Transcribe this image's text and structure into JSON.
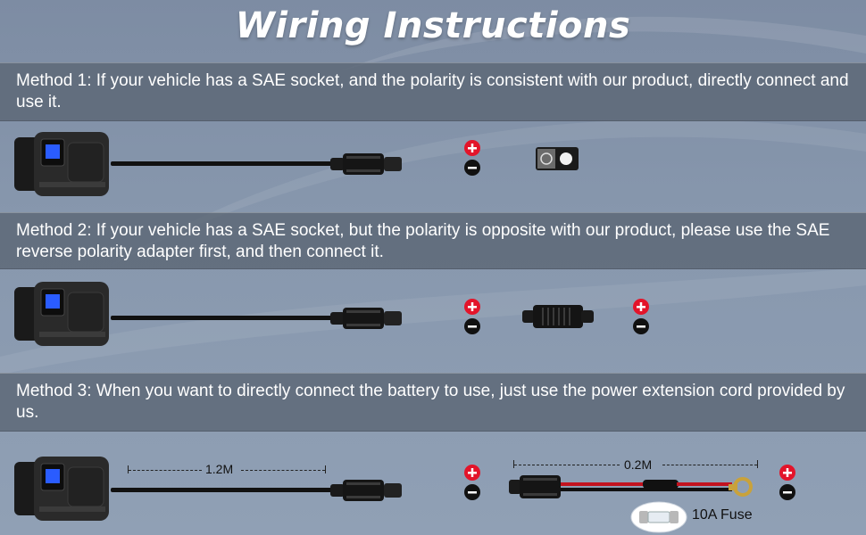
{
  "title": "Wiring Instructions",
  "methods": [
    {
      "text": "Method 1: If your vehicle has a SAE socket, and the polarity is consistent with our product, directly connect and use it."
    },
    {
      "text": "Method 2: If your vehicle has a SAE socket, but the polarity is opposite with our product, please use the SAE reverse polarity adapter first, and then connect it."
    },
    {
      "text": "Method 3: When you want to directly connect the battery to use, just use the power extension cord provided by us."
    }
  ],
  "cable_length_1": "1.2M",
  "cable_length_2": "0.2M",
  "fuse_label": "10A Fuse",
  "colors": {
    "band": "#5c6675",
    "positive": "#e3142a",
    "negative": "#111111",
    "display": "#2a5cff",
    "wire_red": "#c3131f"
  }
}
